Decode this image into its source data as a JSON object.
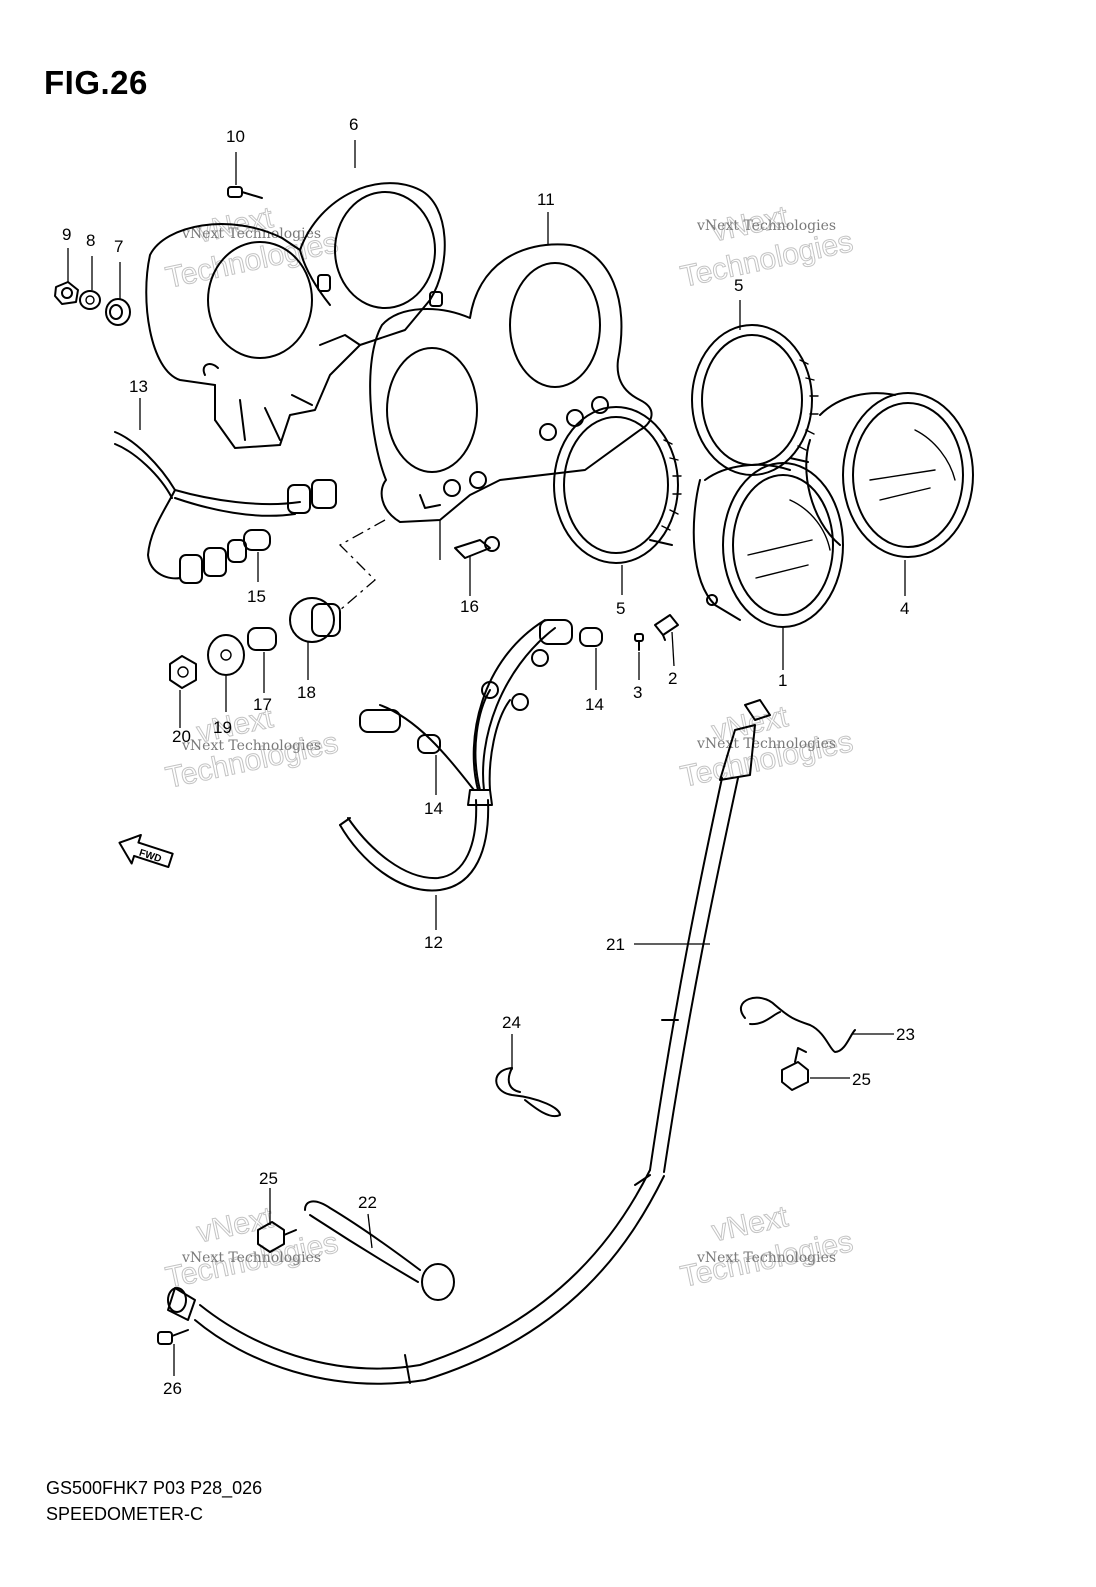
{
  "figure": {
    "title": "FIG.26",
    "model_code": "GS500FHK7 P03 P28_026",
    "name": "SPEEDOMETER-C"
  },
  "watermark": {
    "line1": "vNext Technologies",
    "line2": "vNext",
    "line3": "Technologies"
  },
  "fwd_arrow": "FWD",
  "callouts": [
    "1",
    "2",
    "3",
    "4",
    "5",
    "5",
    "6",
    "7",
    "8",
    "9",
    "10",
    "11",
    "12",
    "13",
    "14",
    "14",
    "15",
    "16",
    "17",
    "18",
    "19",
    "20",
    "21",
    "22",
    "23",
    "24",
    "25",
    "25",
    "26"
  ]
}
